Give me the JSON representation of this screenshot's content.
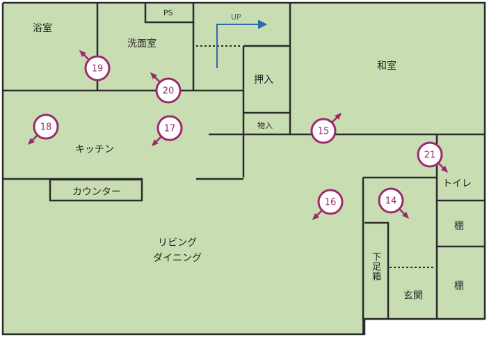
{
  "rooms": {
    "bath": "浴室",
    "washroom": "洗面室",
    "ps": "PS",
    "stairs_up": "UP",
    "oshiire": "押入",
    "monoire": "物入",
    "washitsu": "和室",
    "kitchen": "キッチン",
    "counter": "カウンター",
    "living_line1": "リビング",
    "living_line2": "ダイニング",
    "toilet": "トイレ",
    "shelf_upper": "棚",
    "shelf_lower": "棚",
    "shoe_box": "下足箱",
    "entrance": "玄関"
  },
  "photo_markers": [
    {
      "number": "14",
      "direction": "down-right"
    },
    {
      "number": "15",
      "direction": "up-right"
    },
    {
      "number": "16",
      "direction": "down-left"
    },
    {
      "number": "17",
      "direction": "down-left"
    },
    {
      "number": "18",
      "direction": "down-left"
    },
    {
      "number": "19",
      "direction": "up-left"
    },
    {
      "number": "20",
      "direction": "up-left"
    },
    {
      "number": "21",
      "direction": "down-right"
    }
  ],
  "colors": {
    "floor": "#c9ddb3",
    "wall": "#2b2b2b",
    "marker": "#9a2a6a",
    "marker_fill": "#ffffff",
    "stairs_arrow": "#2a6aa8",
    "outside": "#ffffff"
  }
}
